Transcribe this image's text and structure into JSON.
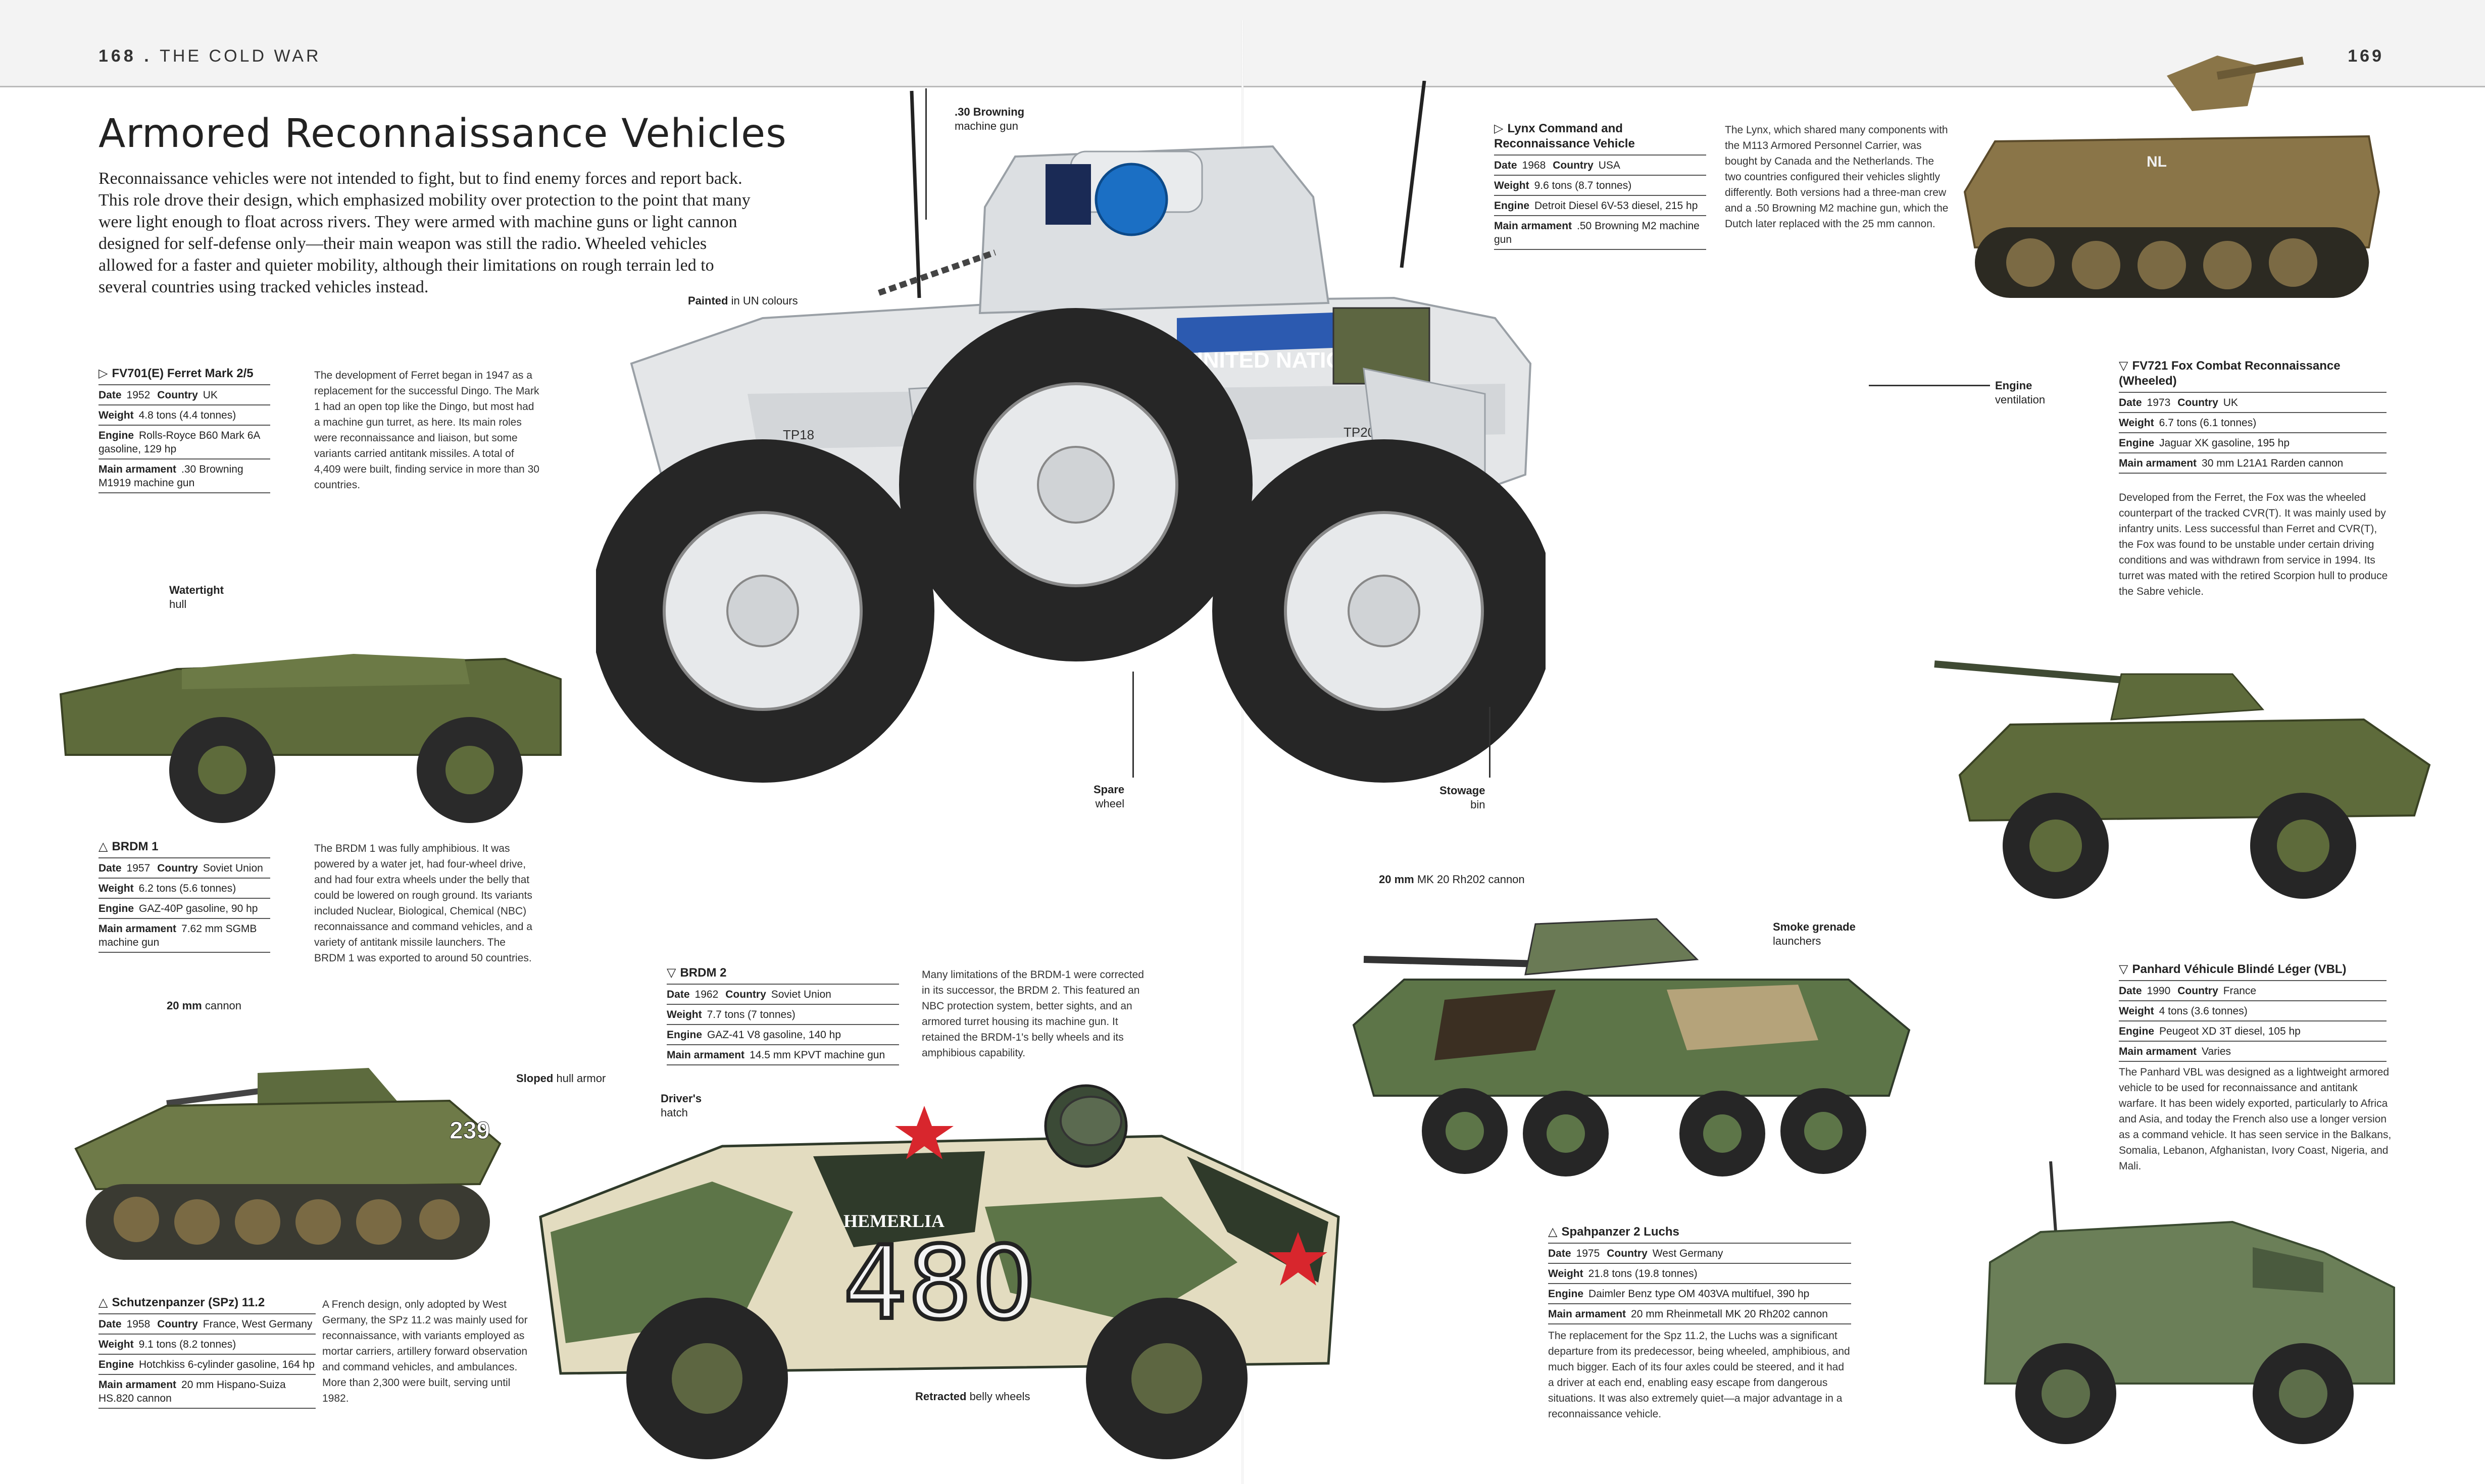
{
  "header": {
    "left_page_number": "168",
    "separator": ".",
    "section": "THE COLD WAR",
    "right_page_number": "169"
  },
  "title": "Armored Reconnaissance Vehicles",
  "intro": "Reconnaissance vehicles were not intended to fight, but to find enemy forces and report back. This role drove their design, which emphasized mobility over protection to the point that many were light enough to float across rivers. They were armed with machine guns or light cannon designed for self-defense only—their main weapon was still the radio. Wheeled vehicles allowed for a faster and quieter mobility, although their limitations on rough terrain led to several countries using tracked vehicles instead.",
  "labels": {
    "date": "Date",
    "country": "Country",
    "weight": "Weight",
    "engine": "Engine",
    "armament": "Main armament"
  },
  "vehicles": [
    {
      "id": "ferret",
      "marker": "▷",
      "name": "FV701(E) Ferret Mark 2/5",
      "date": "1952",
      "country": "UK",
      "weight": "4.8 tons (4.4 tonnes)",
      "engine": "Rolls-Royce B60 Mark 6A gasoline, 129 hp",
      "armament": ".30 Browning M1919 machine gun",
      "description": "The development of Ferret began in 1947 as a replacement for the successful Dingo. The Mark 1 had an open top like the Dingo, but most had a machine gun turret, as here. Its main roles were reconnaissance and liaison, but some variants carried antitank missiles. A total of 4,409 were built, finding service in more than 30 countries."
    },
    {
      "id": "brdm1",
      "marker": "△",
      "name": "BRDM 1",
      "date": "1957",
      "country": "Soviet Union",
      "weight": "6.2 tons (5.6 tonnes)",
      "engine": "GAZ-40P gasoline, 90 hp",
      "armament": "7.62 mm SGMB machine gun",
      "description": "The BRDM 1 was fully amphibious. It was powered by a water jet, had four-wheel drive, and had four extra wheels under the belly that could be lowered on rough ground. Its variants included Nuclear, Biological, Chemical (NBC) reconnaissance and command vehicles, and a variety of antitank missile launchers. The BRDM 1 was exported to around 50 countries."
    },
    {
      "id": "spz",
      "marker": "△",
      "name": "Schutzenpanzer (SPz) 11.2",
      "date": "1958",
      "country": "France, West Germany",
      "weight": "9.1 tons (8.2 tonnes)",
      "engine": "Hotchkiss 6-cylinder gasoline, 164 hp",
      "armament": "20 mm Hispano-Suiza HS.820 cannon",
      "description": "A French design, only adopted by West Germany, the SPz 11.2 was mainly used for reconnaissance, with variants employed as mortar carriers, artillery forward observation and command vehicles, and ambulances. More than 2,300 were built, serving until 1982."
    },
    {
      "id": "brdm2",
      "marker": "▽",
      "name": "BRDM 2",
      "date": "1962",
      "country": "Soviet Union",
      "weight": "7.7 tons (7 tonnes)",
      "engine": "GAZ-41 V8 gasoline, 140 hp",
      "armament": "14.5 mm KPVT machine gun",
      "description": "Many limitations of the BRDM-1 were corrected in its successor, the BRDM 2. This featured an NBC protection system, better sights, and an armored turret housing its machine gun. It retained the BRDM-1's belly wheels and its amphibious capability."
    },
    {
      "id": "lynx",
      "marker": "▷",
      "name": "Lynx Command and Reconnaissance Vehicle",
      "date": "1968",
      "country": "USA",
      "weight": "9.6 tons (8.7 tonnes)",
      "engine": "Detroit Diesel 6V-53 diesel, 215 hp",
      "armament": ".50 Browning M2 machine gun",
      "description": "The Lynx, which shared many components with the M113 Armored Personnel Carrier, was bought by Canada and the Netherlands. The two countries configured their vehicles slightly differently. Both versions had a three-man crew and a .50 Browning M2 machine gun, which the Dutch later replaced with the 25 mm cannon."
    },
    {
      "id": "fox",
      "marker": "▽",
      "name": "FV721 Fox Combat Reconnaissance (Wheeled)",
      "date": "1973",
      "country": "UK",
      "weight": "6.7 tons (6.1 tonnes)",
      "engine": "Jaguar XK gasoline, 195 hp",
      "armament": "30 mm L21A1 Rarden cannon",
      "description": "Developed from the Ferret, the Fox was the wheeled counterpart of the tracked CVR(T). It was mainly used by infantry units. Less successful than Ferret and CVR(T), the Fox was found to be unstable under certain driving conditions and was withdrawn from service in 1994. Its turret was mated with the retired Scorpion hull to produce the Sabre vehicle."
    },
    {
      "id": "luchs",
      "marker": "△",
      "name": "Spahpanzer 2 Luchs",
      "date": "1975",
      "country": "West Germany",
      "weight": "21.8 tons (19.8 tonnes)",
      "engine": "Daimler Benz type OM 403VA multifuel, 390 hp",
      "armament": "20 mm Rheinmetall MK 20 Rh202 cannon",
      "description": "The replacement for the Spz 11.2, the Luchs was a significant departure from its predecessor, being wheeled, amphibious, and much bigger. Each of its four axles could be steered, and it had a driver at each end, enabling easy escape from dangerous situations. It was also extremely quiet—a major advantage in a reconnaissance vehicle."
    },
    {
      "id": "vbl",
      "marker": "▽",
      "name": "Panhard Véhicule Blindé Léger (VBL)",
      "date": "1990",
      "country": "France",
      "weight": "4 tons (3.6 tonnes)",
      "engine": "Peugeot XD 3T diesel, 105 hp",
      "armament": "Varies",
      "description": "The Panhard VBL was designed as a lightweight armored vehicle to be used for reconnaissance and antitank warfare. It has been widely exported, particularly to Africa and Asia, and today the French also use a longer version as a command vehicle. It has seen service in the Balkans, Somalia, Lebanon, Afghanistan, Ivory Coast, Nigeria, and Mali."
    }
  ],
  "callouts": {
    "browning": {
      "bold": ".30 Browning",
      "rest": "machine gun"
    },
    "painted": {
      "bold": "Painted",
      "rest": "in UN colours"
    },
    "engine_vent": {
      "bold": "Engine",
      "rest": "ventilation"
    },
    "spare": {
      "bold": "Spare",
      "rest": "wheel"
    },
    "stowage": {
      "bold": "Stowage",
      "rest": "bin"
    },
    "watertight": {
      "bold": "Watertight",
      "rest": "hull"
    },
    "cannon20_spz": {
      "bold": "20 mm",
      "rest": "cannon"
    },
    "sloped": {
      "bold": "Sloped",
      "rest": "hull armor"
    },
    "drivers": {
      "bold": "Driver's",
      "rest": "hatch"
    },
    "retracted": {
      "bold": "Retracted",
      "rest": "belly wheels"
    },
    "mk20": {
      "bold": "20 mm",
      "rest": "MK 20 Rh202 cannon"
    },
    "smoke": {
      "bold": "Smoke grenade",
      "rest": "launchers"
    }
  },
  "markings": {
    "un": "UNITED NATIONS",
    "tp18": "TP18",
    "tp20": "TP20",
    "brdm2_number": "480",
    "brdm2_name": "HEMERLIA",
    "spz_number": "239",
    "lynx_nl": "NL"
  },
  "colors": {
    "un_white": "#e4e6e8",
    "olive": "#5e6b3b",
    "tan": "#8a7548",
    "camo_green": "#5d7548",
    "camo_dark": "#2f3a2a",
    "camo_cream": "#e3dcc0",
    "soviet_red": "#d8262d",
    "un_blue": "#1b6fc4"
  }
}
